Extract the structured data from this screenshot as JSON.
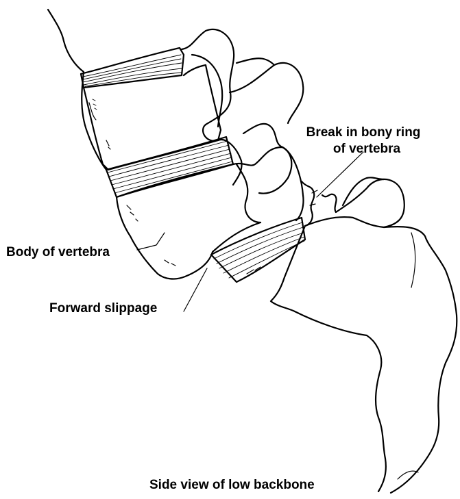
{
  "labels": {
    "break_line1": "Break in bony ring",
    "break_line2": "of vertebra",
    "body_of_vertebra": "Body of vertebra",
    "forward_slippage": "Forward slippage",
    "caption": "Side view of low backbone"
  },
  "colors": {
    "ink": "#000000",
    "paper": "#ffffff"
  }
}
